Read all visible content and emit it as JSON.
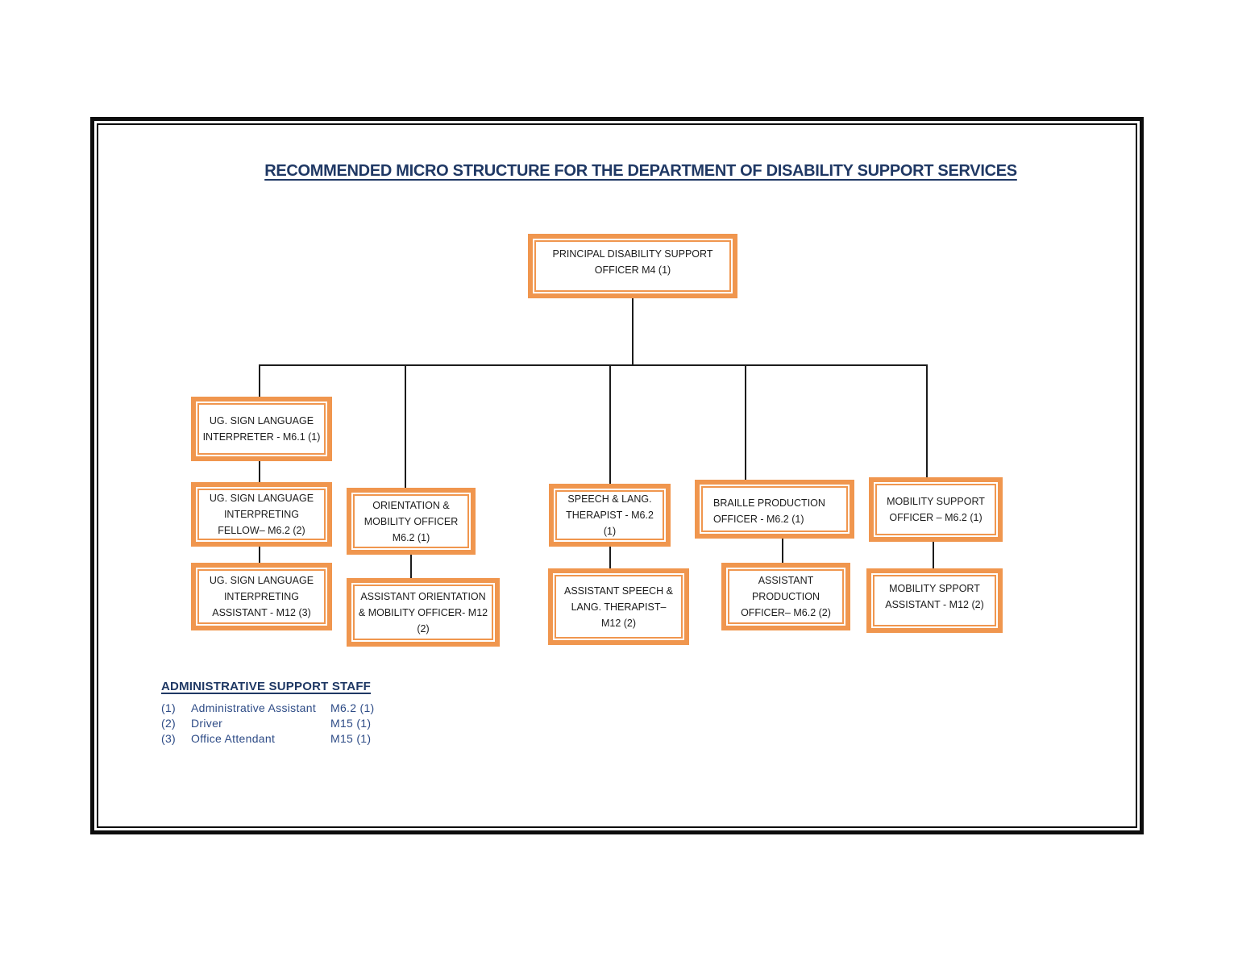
{
  "colors": {
    "accent_orange": "#F0964E",
    "title_navy": "#1F3864",
    "admin_text_navy": "#2D4B86",
    "connector_line": "#1C1C1C",
    "frame_black": "#0D0D0D"
  },
  "title": "RECOMMENDED MICRO STRUCTURE FOR THE DEPARTMENT OF DISABILITY SUPPORT SERVICES",
  "org_chart": {
    "boxes": {
      "principal": {
        "lines": [
          "PRINCIPAL DISABILITY SUPPORT",
          "OFFICER M4 (1)"
        ]
      },
      "sign_interpreter": {
        "lines": [
          "UG. SIGN LANGUAGE",
          "INTERPRETER - M6.1 (1)"
        ]
      },
      "sign_fellow": {
        "lines": [
          "UG. SIGN LANGUAGE",
          "INTERPRETING",
          "FELLOW– M6.2 (2)"
        ]
      },
      "sign_assistant": {
        "lines": [
          "UG. SIGN LANGUAGE",
          "INTERPRETING",
          "ASSISTANT - M12 (3)"
        ]
      },
      "orientation_officer": {
        "lines": [
          "ORIENTATION &",
          "MOBILITY OFFICER",
          "M6.2 (1)"
        ]
      },
      "orientation_assistant": {
        "lines": [
          "ASSISTANT ORIENTATION",
          "& MOBILITY OFFICER- M12",
          "(2)"
        ]
      },
      "speech_therapist": {
        "lines": [
          "SPEECH & LANG.",
          "THERAPIST - M6.2",
          "(1)"
        ]
      },
      "speech_assistant": {
        "lines": [
          "ASSISTANT SPEECH &",
          "LANG. THERAPIST–",
          "M12 (2)"
        ]
      },
      "braille_officer": {
        "lines": [
          "BRAILLE PRODUCTION",
          "OFFICER - M6.2 (1)"
        ]
      },
      "braille_assistant": {
        "lines": [
          "ASSISTANT",
          "PRODUCTION",
          "OFFICER– M6.2 (2)"
        ]
      },
      "mobility_officer": {
        "lines": [
          "MOBILITY SUPPORT",
          "OFFICER – M6.2 (1)"
        ]
      },
      "mobility_assistant": {
        "lines": [
          "MOBILITY SPPORT",
          "ASSISTANT - M12 (2)"
        ]
      }
    }
  },
  "admin_support": {
    "heading": "ADMINISTRATIVE SUPPORT STAFF",
    "rows": [
      {
        "num": "(1)",
        "role": "Administrative Assistant",
        "grade": "M6.2 (1)"
      },
      {
        "num": "(2)",
        "role": "Driver",
        "grade": "M15 (1)"
      },
      {
        "num": "(3)",
        "role": "Office Attendant",
        "grade": "M15 (1)"
      }
    ]
  }
}
